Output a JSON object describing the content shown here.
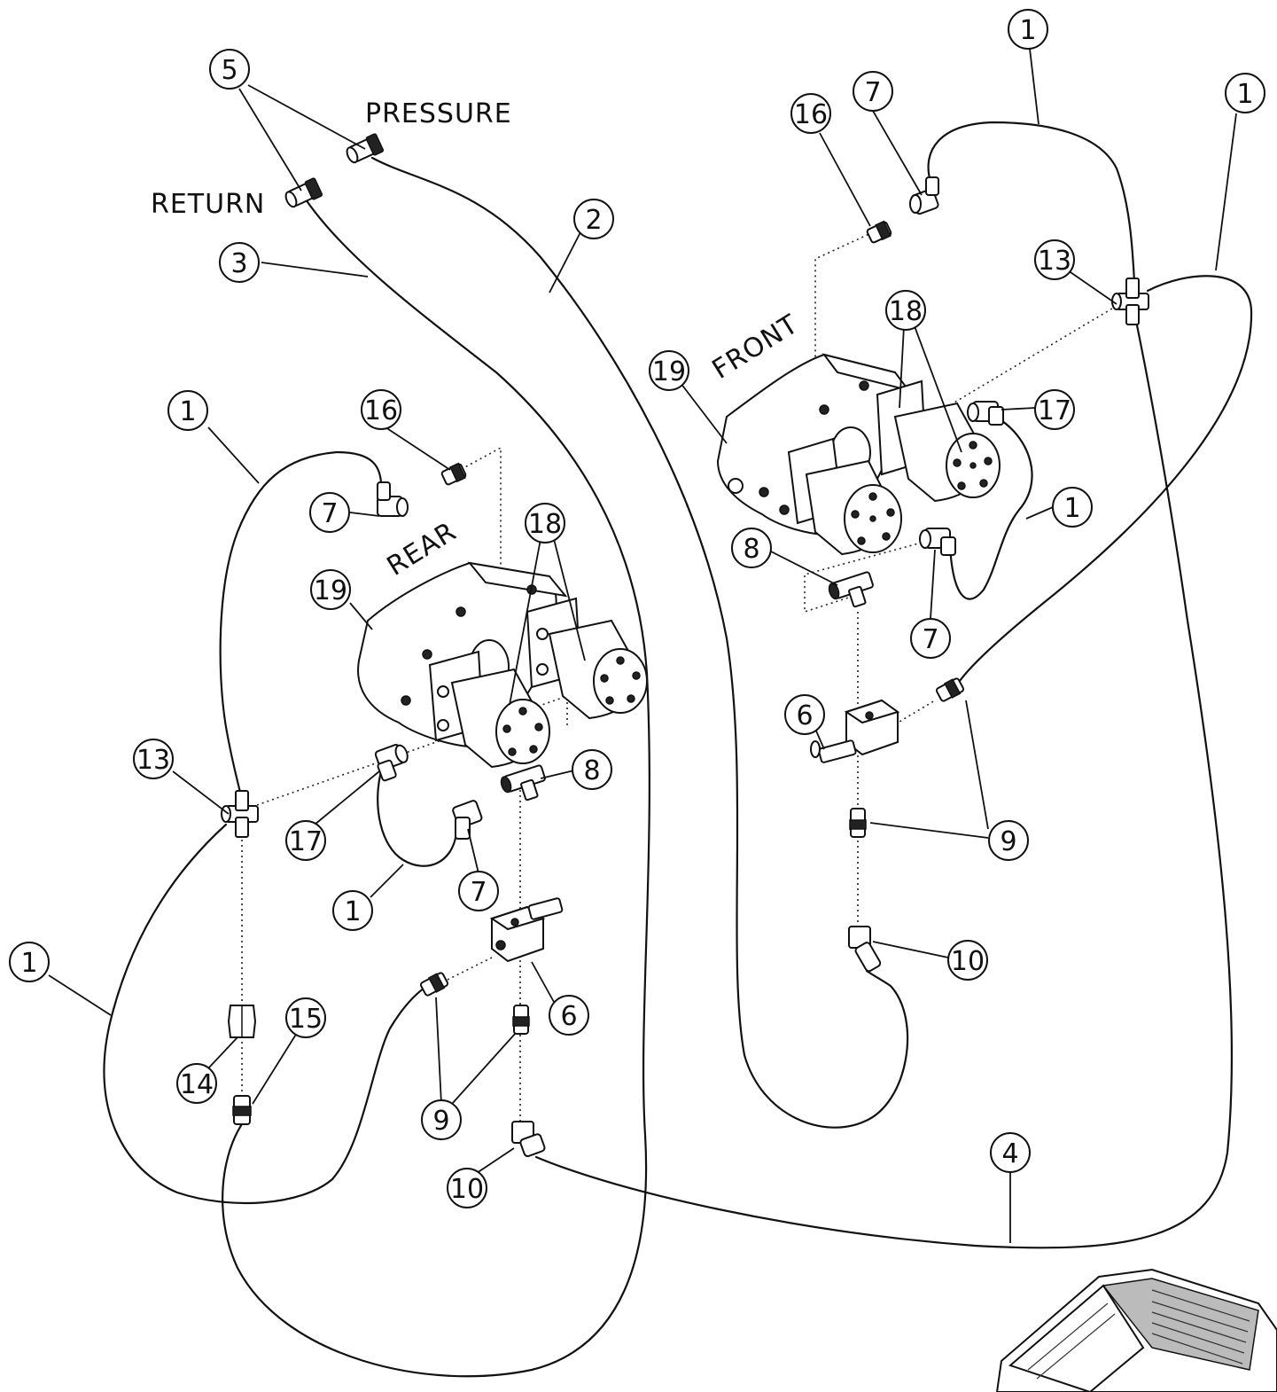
{
  "labels": {
    "pressure": "PRESSURE",
    "return": "RETURN",
    "front": "FRONT",
    "rear": "REAR"
  },
  "balloons": [
    {
      "id": "b-top-1a",
      "text": "1"
    },
    {
      "id": "b-top-1b",
      "text": "1"
    },
    {
      "id": "b-16-front",
      "text": "16"
    },
    {
      "id": "b-7-front-top",
      "text": "7"
    },
    {
      "id": "b-5",
      "text": "5"
    },
    {
      "id": "b-2",
      "text": "2"
    },
    {
      "id": "b-3",
      "text": "3"
    },
    {
      "id": "b-13-front",
      "text": "13"
    },
    {
      "id": "b-18-front",
      "text": "18"
    },
    {
      "id": "b-19-front",
      "text": "19"
    },
    {
      "id": "b-17-front",
      "text": "17"
    },
    {
      "id": "b-1-front-right",
      "text": "1"
    },
    {
      "id": "b-8-front",
      "text": "8"
    },
    {
      "id": "b-7-front-bottom",
      "text": "7"
    },
    {
      "id": "b-6-front",
      "text": "6"
    },
    {
      "id": "b-9-front",
      "text": "9"
    },
    {
      "id": "b-10-front",
      "text": "10"
    },
    {
      "id": "b-1-rear-top",
      "text": "1"
    },
    {
      "id": "b-16-rear",
      "text": "16"
    },
    {
      "id": "b-7-rear-top",
      "text": "7"
    },
    {
      "id": "b-18-rear",
      "text": "18"
    },
    {
      "id": "b-19-rear",
      "text": "19"
    },
    {
      "id": "b-13-rear",
      "text": "13"
    },
    {
      "id": "b-17-rear",
      "text": "17"
    },
    {
      "id": "b-8-rear",
      "text": "8"
    },
    {
      "id": "b-1-rear-mid",
      "text": "1"
    },
    {
      "id": "b-7-rear-bottom",
      "text": "7"
    },
    {
      "id": "b-1-left",
      "text": "1"
    },
    {
      "id": "b-15",
      "text": "15"
    },
    {
      "id": "b-14",
      "text": "14"
    },
    {
      "id": "b-6-rear",
      "text": "6"
    },
    {
      "id": "b-9-rear",
      "text": "9"
    },
    {
      "id": "b-10-rear",
      "text": "10"
    },
    {
      "id": "b-4",
      "text": "4"
    }
  ]
}
